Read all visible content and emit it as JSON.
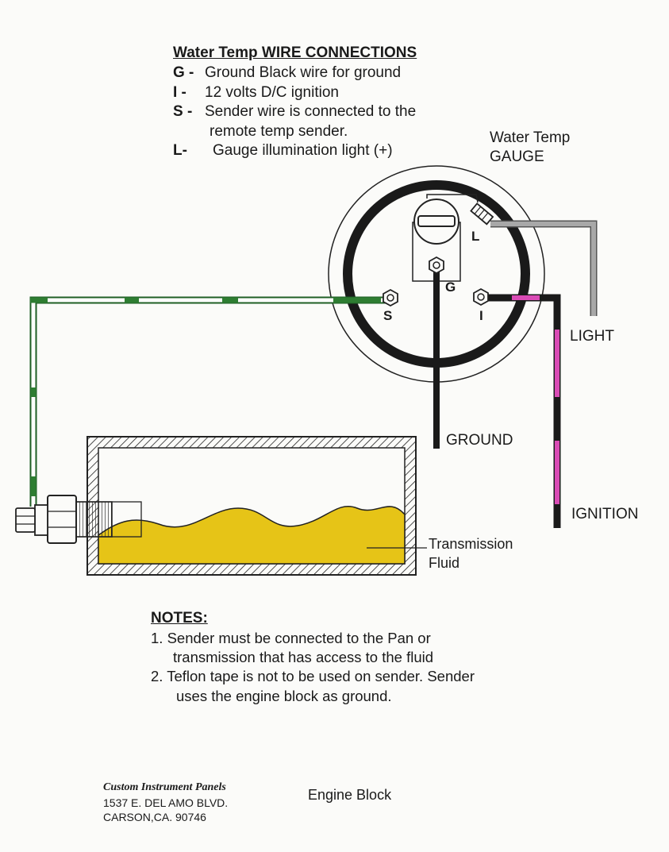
{
  "legend": {
    "title": "Water Temp WIRE CONNECTIONS",
    "rows": [
      {
        "key": "G -",
        "text": "Ground Black wire for ground"
      },
      {
        "key": "I  -",
        "text": "12 volts D/C ignition"
      },
      {
        "key": "S -",
        "text": "Sender wire is connected to the"
      },
      {
        "key": "",
        "text": "remote temp sender."
      },
      {
        "key": "L-",
        "text": "Gauge illumination light (+)"
      }
    ]
  },
  "gauge": {
    "title_line1": "Water Temp",
    "title_line2": "GAUGE",
    "terminals": {
      "l": "L",
      "g": "G",
      "s": "S",
      "i": "I"
    }
  },
  "wires": {
    "light": "LIGHT",
    "ground": "GROUND",
    "ignition": "IGNITION",
    "colors": {
      "sender_green": "#2e7d32",
      "ignition_pink": "#d94bb5",
      "light_gray": "#9a9a9a",
      "ground_black": "#1a1a1a"
    }
  },
  "pan": {
    "label_line1": "Transmission",
    "label_line2": "Fluid",
    "fluid_color": "#e6c417"
  },
  "notes": {
    "title": "NOTES:",
    "n1_line1": "1.  Sender must be connected to the Pan or",
    "n1_line2": "transmission  that has access to the fluid",
    "n2_line1": "2.  Teflon tape is not to be used on sender. Sender",
    "n2_line2": "uses the engine block as ground."
  },
  "footer": {
    "company": "Custom Instrument Panels",
    "address1": "1537 E. DEL AMO BLVD.",
    "address2": "CARSON,CA. 90746",
    "engine_block": "Engine Block"
  }
}
